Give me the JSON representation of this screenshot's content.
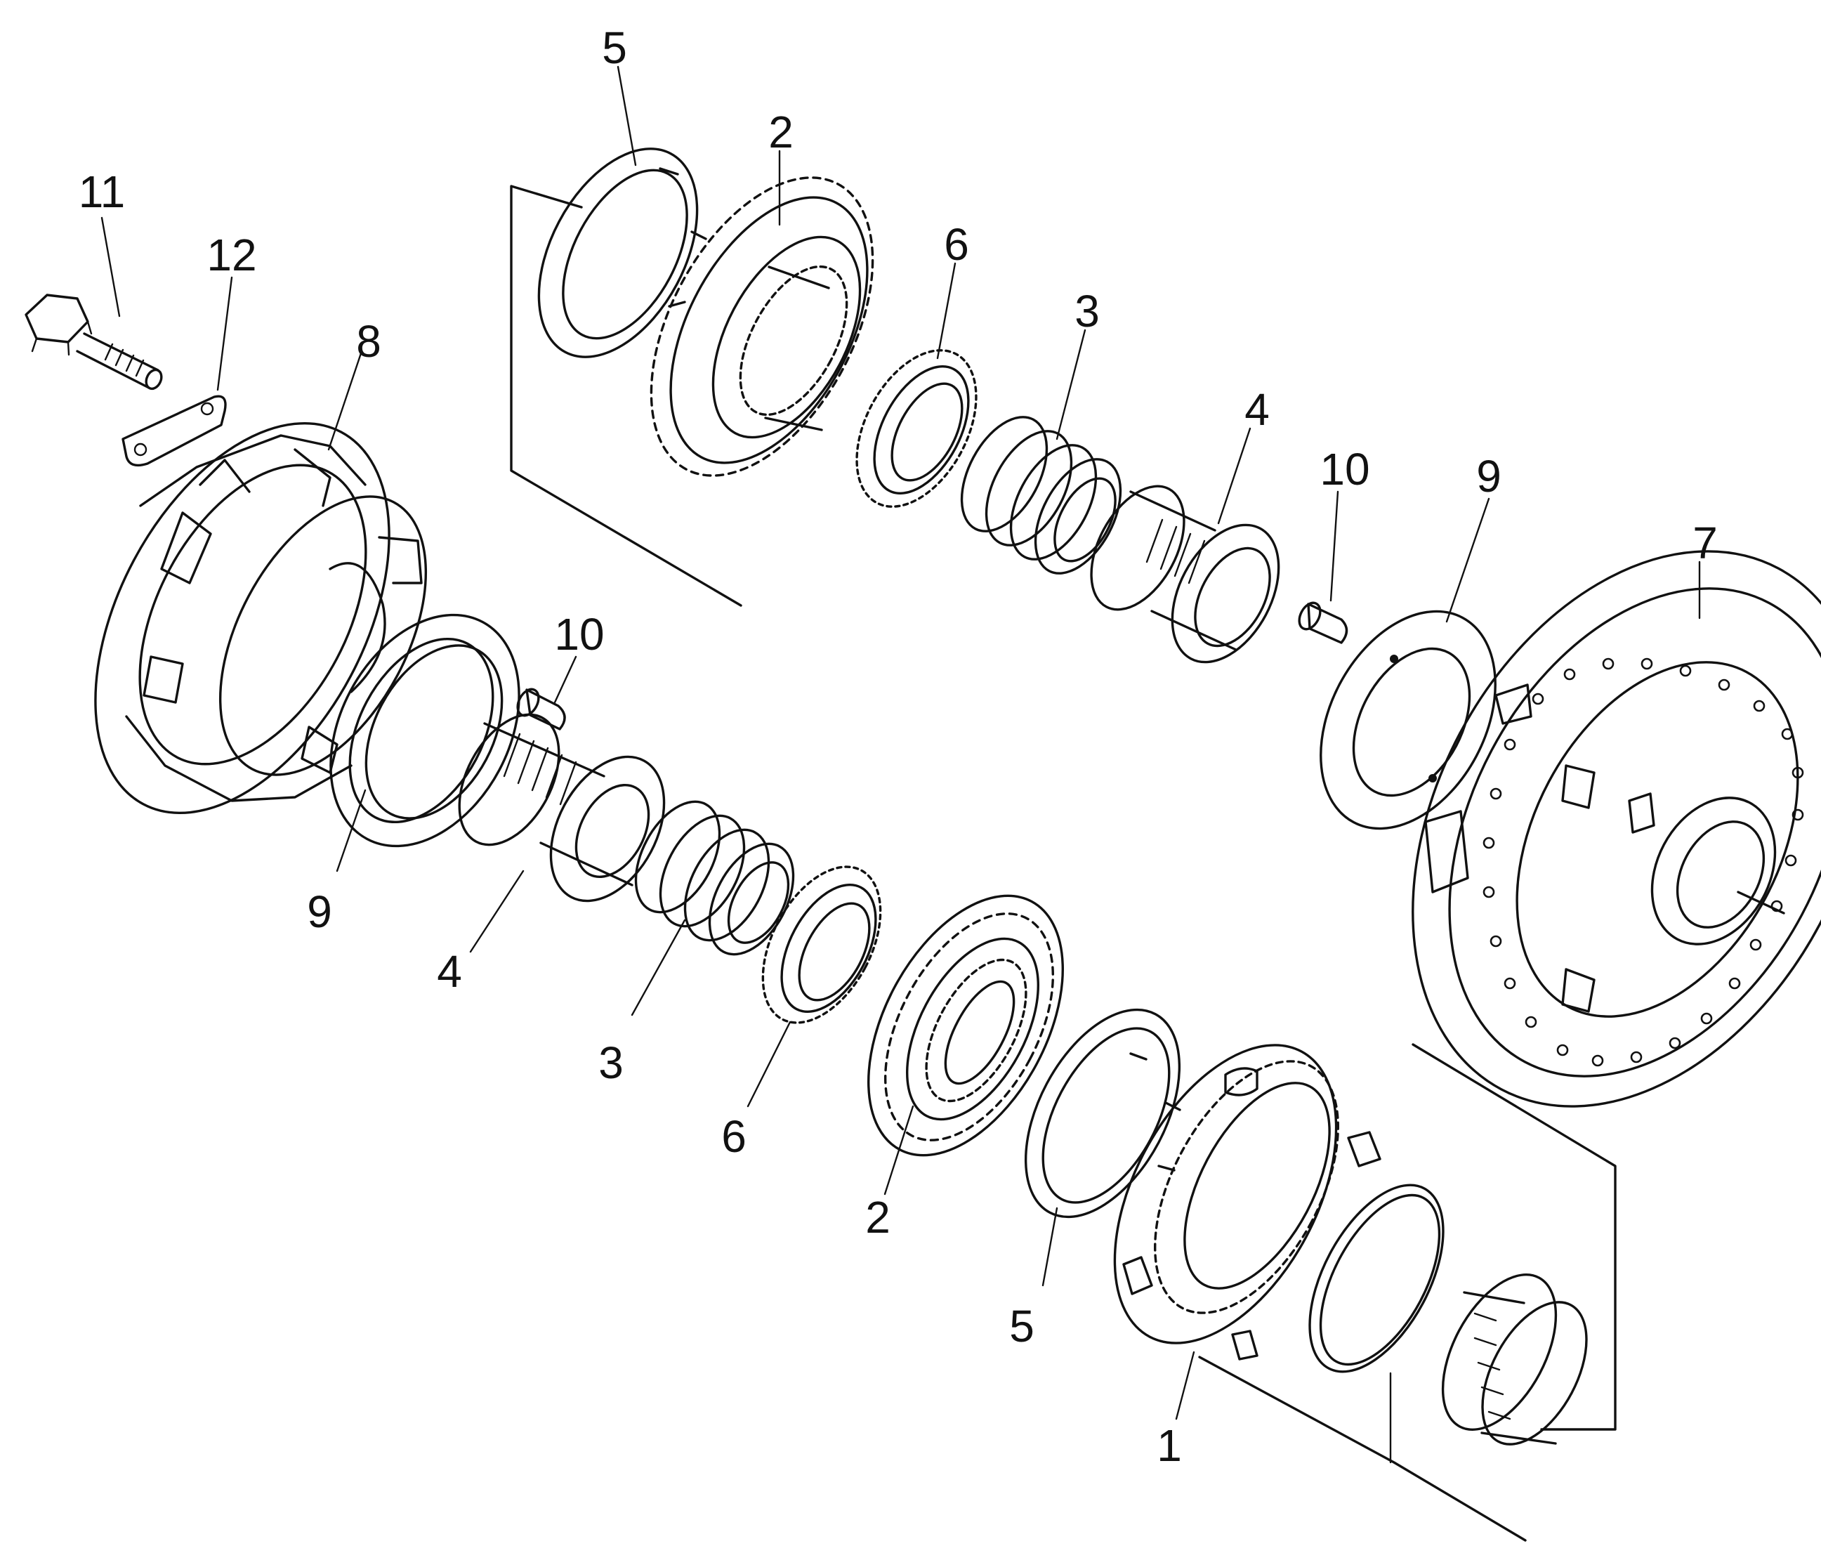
{
  "callouts": [
    {
      "id": "c11",
      "text": "11"
    },
    {
      "id": "c12",
      "text": "12"
    },
    {
      "id": "c8",
      "text": "8"
    },
    {
      "id": "c5a",
      "text": "5"
    },
    {
      "id": "c2a",
      "text": "2"
    },
    {
      "id": "c6a",
      "text": "6"
    },
    {
      "id": "c3a",
      "text": "3"
    },
    {
      "id": "c4a",
      "text": "4"
    },
    {
      "id": "c10a",
      "text": "10"
    },
    {
      "id": "c9a",
      "text": "9"
    },
    {
      "id": "c7",
      "text": "7"
    },
    {
      "id": "c10b",
      "text": "10"
    },
    {
      "id": "c9b",
      "text": "9"
    },
    {
      "id": "c4b",
      "text": "4"
    },
    {
      "id": "c3b",
      "text": "3"
    },
    {
      "id": "c6b",
      "text": "6"
    },
    {
      "id": "c2b",
      "text": "2"
    },
    {
      "id": "c5b",
      "text": "5"
    },
    {
      "id": "c1",
      "text": "1"
    }
  ]
}
